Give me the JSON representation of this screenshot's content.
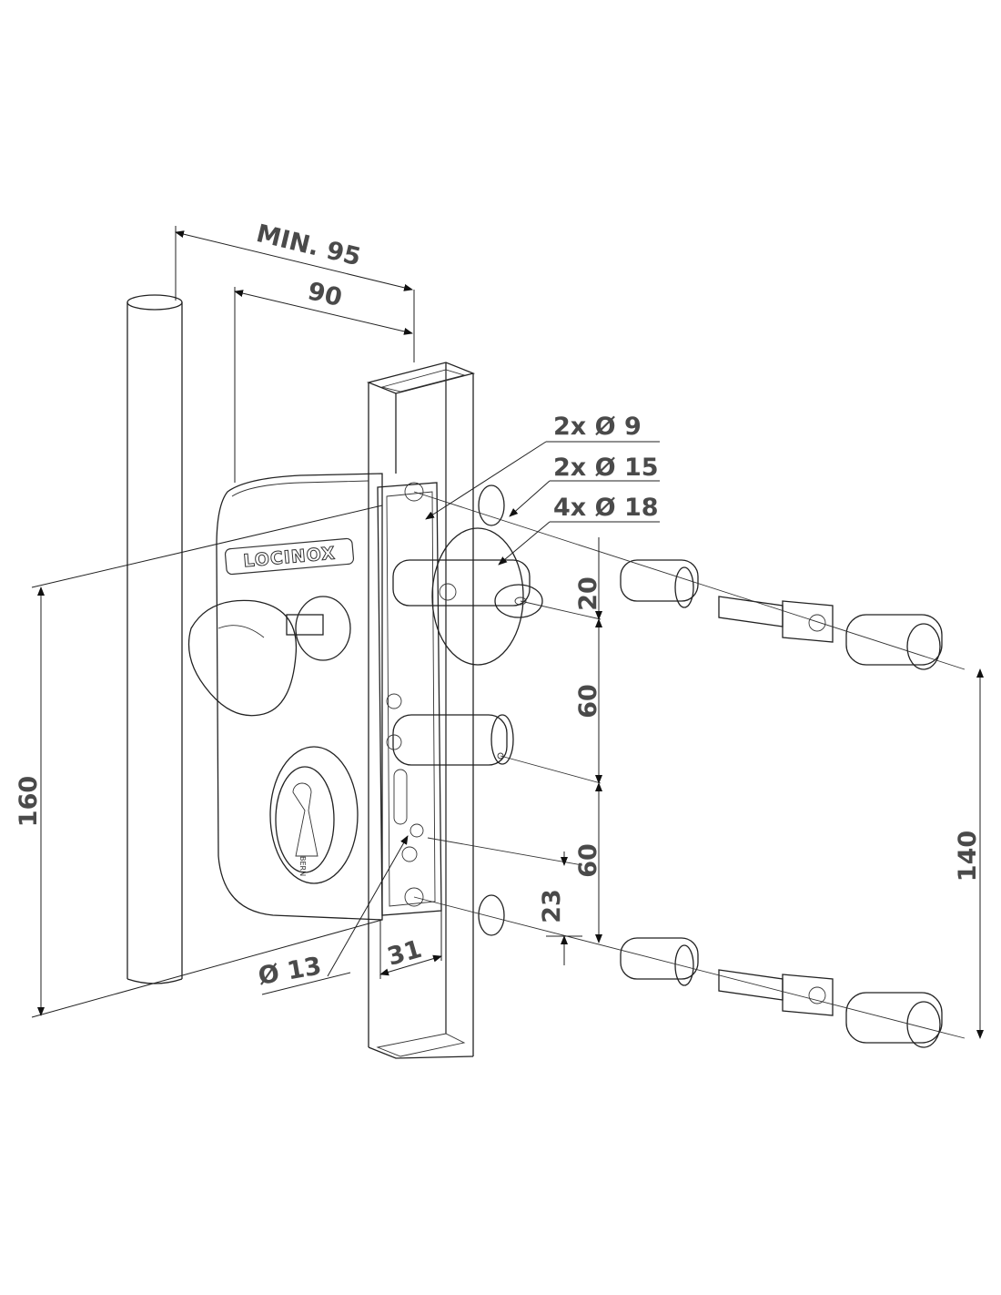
{
  "brand": "LOCINOX",
  "cylinder_mark": "BERN",
  "dimensions": {
    "min_width": "MIN. 95",
    "width": "90",
    "height_total": "160",
    "bolt_spacing_top": "20",
    "spacing_mid": "60",
    "spacing_low": "60",
    "offset_lower": "23",
    "fixing_spacing": "140",
    "backset": "31",
    "cylinder_hole": "Ø 13"
  },
  "callouts": {
    "holes_9": "2x Ø 9",
    "holes_15": "2x Ø 15",
    "holes_18": "4x Ø 18"
  }
}
